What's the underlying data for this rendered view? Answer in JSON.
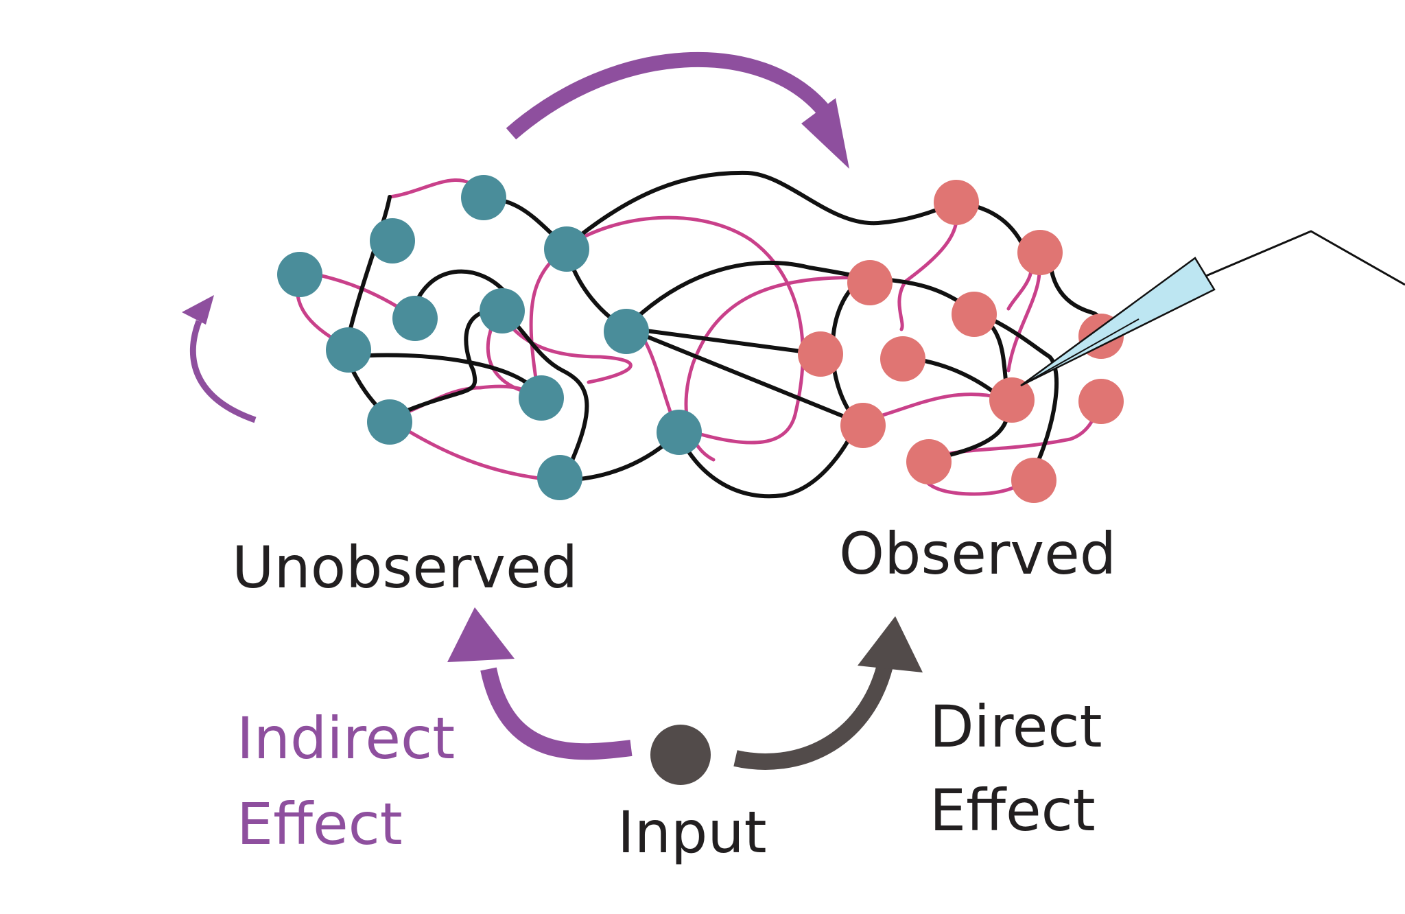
{
  "labels": {
    "unobserved": "Unobserved",
    "observed": "Observed",
    "indirect_line1": "Indirect",
    "indirect_line2": "Effect",
    "direct_line1": "Direct",
    "direct_line2": "Effect",
    "input": "Input"
  },
  "colors": {
    "unobserved_node": "#4a8d9a",
    "observed_node": "#e07573",
    "indirect_arrow": "#8e4f9e",
    "direct_arrow": "#524b4a",
    "input_node": "#524b4a",
    "edge_black": "#111111",
    "edge_pink": "#c9408a",
    "pipette": "#bde6f2",
    "text_dark": "#221f20",
    "text_purple": "#8e4f9e"
  },
  "icons": [
    "recording-pipette-icon",
    "feedback-loop-arrow-icon"
  ]
}
